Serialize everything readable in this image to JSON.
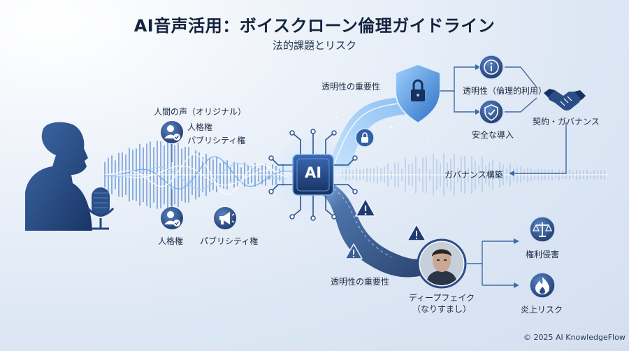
{
  "header": {
    "title": "AI音声活用：ボイスクローン倫理ガイドライン",
    "subtitle": "法的課題とリスク"
  },
  "left": {
    "human_voice_label": "人間の声（オリジナル）",
    "top_rights": [
      "人格権",
      "パブリシティ権"
    ],
    "bottom_right_portrait": "人格権",
    "bottom_right_publicity": "パブリシティ権"
  },
  "center": {
    "chip_label": "AI"
  },
  "upper_path": {
    "transparency_label": "透明性の重要性",
    "transparency_ethical": "透明性（倫理的利用）",
    "safe_adoption": "安全な導入",
    "contract_governance": "契約・ガバナンス",
    "governance_building": "ガバナンス構築"
  },
  "lower_path": {
    "transparency_label": "透明性の重要性",
    "deepfake_line1": "ディープフェイク",
    "deepfake_line2": "（なりすまし）",
    "rights_infringement": "権利侵害",
    "backlash_risk": "炎上リスク"
  },
  "footer": {
    "copyright": "© 2025 AI KnowledgeFlow"
  },
  "colors": {
    "navy": "#1f3a6e",
    "accent_blue": "#2f6fc4",
    "glow": "#8cc4ff",
    "background": "#e4ecf6"
  },
  "icons": [
    "person-silhouette-icon",
    "microphone-icon",
    "person-badge-icon",
    "megaphone-icon",
    "ai-chip-icon",
    "shield-lock-icon",
    "lock-icon",
    "info-icon",
    "shield-check-icon",
    "handshake-icon",
    "warning-icon",
    "deepfake-face-icon",
    "scales-icon",
    "fire-icon"
  ]
}
